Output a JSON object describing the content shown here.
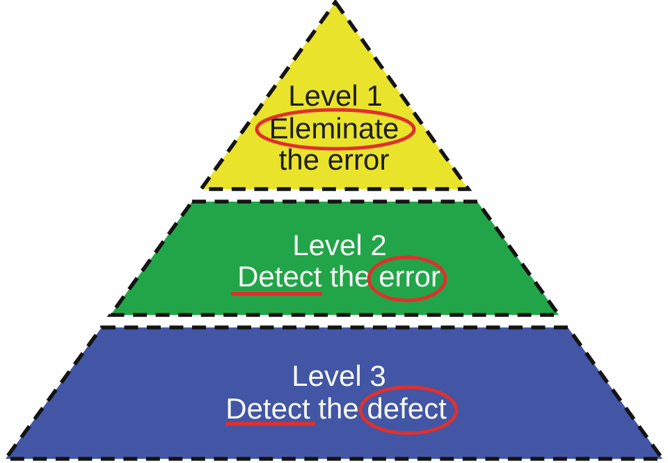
{
  "colors": {
    "level1_fill": "#e9e32c",
    "level2_fill": "#22a549",
    "level3_fill": "#4256a5",
    "annotation_red": "#e0302e",
    "border_black": "#141414",
    "level1_text": "#1d1d1b",
    "light_text": "#f8faf6",
    "background": "#ffffff"
  },
  "levels": [
    {
      "title": "Level 1",
      "line2": "Eleminate",
      "line3": "the error",
      "circled_word": "Eleminate"
    },
    {
      "title": "Level 2",
      "line2": "Detect the error",
      "underlined_word": "Detect",
      "circled_word": "error"
    },
    {
      "title": "Level 3",
      "line2": "Detect the defect",
      "underlined_word": "Detect",
      "circled_word": "defect"
    }
  ]
}
